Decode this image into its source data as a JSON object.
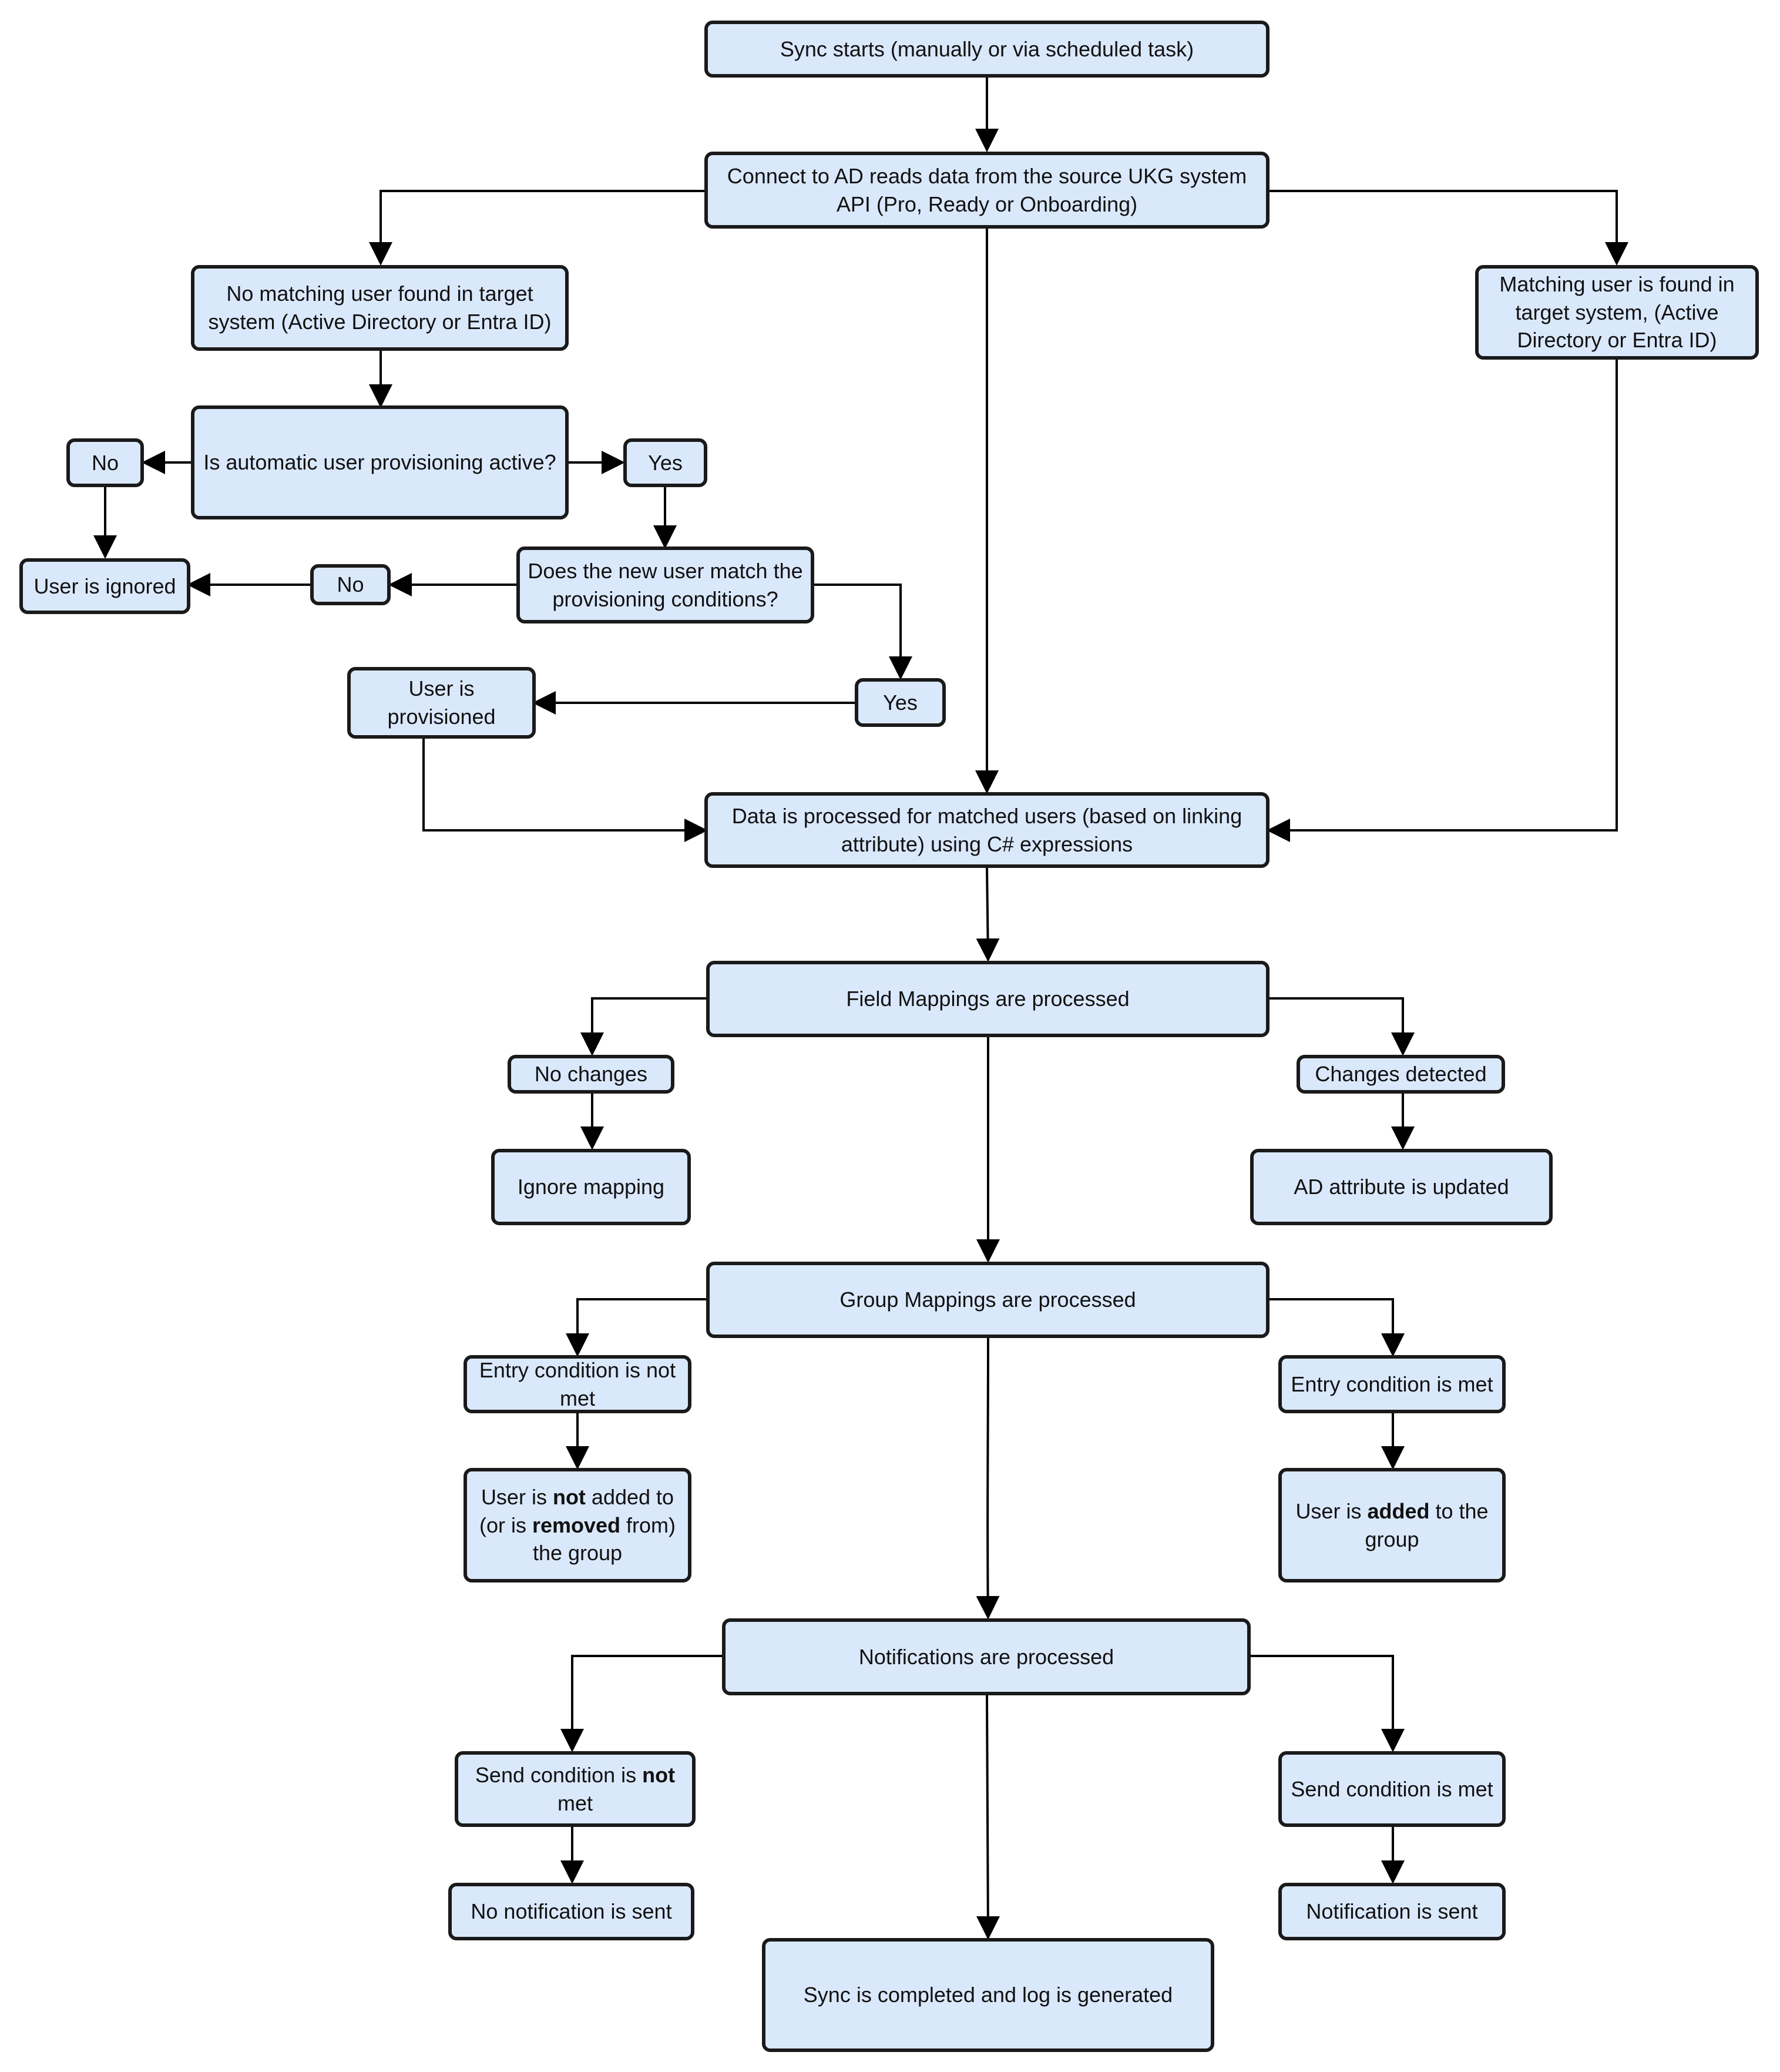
{
  "colors": {
    "node_fill": "#dae8fc",
    "node_stroke": "#1a1a1a",
    "edge": "#000000",
    "text": "#111111"
  },
  "nodes": {
    "sync_start": "Sync starts (manually or via scheduled task)",
    "connect_read": "Connect to AD reads data from the source UKG system API (Pro, Ready or Onboarding)",
    "no_match_user": "No matching user found in target system (Active Directory or Entra ID)",
    "match_user": "Matching user is found in target system, (Active Directory or Entra ID)",
    "auto_provision_q": "Is automatic user provisioning active?",
    "no_1": "No",
    "yes_1": "Yes",
    "user_ignored": "User is ignored",
    "no_2": "No",
    "match_conditions_q": "Does the new user match the provisioning conditions?",
    "yes_2": "Yes",
    "user_provisioned": "User is provisioned",
    "data_processed": "Data is processed for matched users (based on linking attribute) using C# expressions",
    "field_mappings": "Field Mappings are processed",
    "no_changes": "No changes",
    "changes_detected": "Changes detected",
    "ignore_mapping": "Ignore mapping",
    "ad_attr_updated": "AD attribute is updated",
    "group_mappings": "Group Mappings are processed",
    "entry_not_met": "Entry condition is not met",
    "entry_met": "Entry condition is met",
    "user_not_added": {
      "p1": "User is ",
      "b1": "not",
      "p2": " added to (or is ",
      "b2": "removed",
      "p3": " from) the group"
    },
    "user_added": {
      "p1": "User is ",
      "b1": "added",
      "p2": " to the group"
    },
    "notifications": "Notifications are processed",
    "send_not_met": {
      "p1": "Send condition is ",
      "b1": "not",
      "p2": " met"
    },
    "send_met": "Send condition is met",
    "no_notification": "No notification is sent",
    "notification_sent": "Notification is sent",
    "sync_completed": "Sync is completed and log is generated"
  }
}
